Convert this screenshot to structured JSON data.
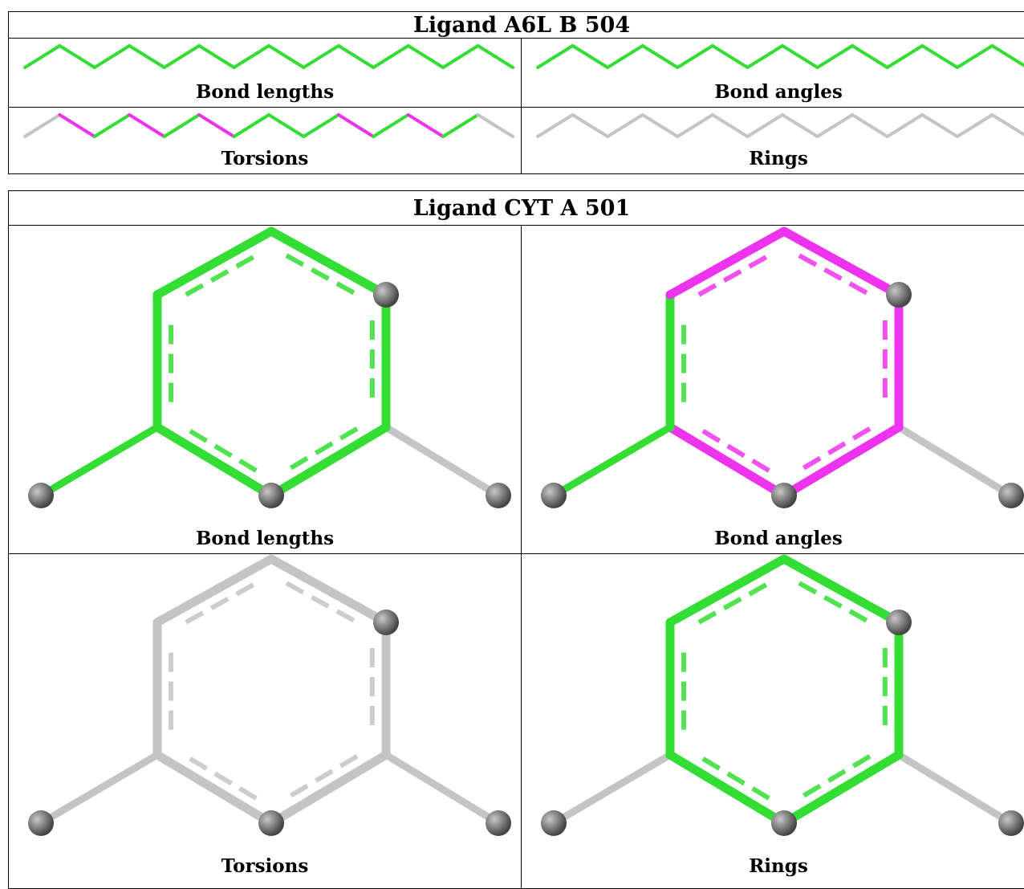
{
  "tables": [
    {
      "title": "Ligand A6L B 504",
      "panels": [
        {
          "caption": "Bond lengths",
          "bond_colors": [
            "green",
            "green",
            "green",
            "green",
            "green",
            "green",
            "green",
            "green",
            "green",
            "green",
            "green",
            "green",
            "green",
            "green"
          ]
        },
        {
          "caption": "Bond angles",
          "bond_colors": [
            "green",
            "green",
            "green",
            "green",
            "green",
            "green",
            "green",
            "green",
            "green",
            "green",
            "green",
            "green",
            "green",
            "green"
          ]
        },
        {
          "caption": "Torsions",
          "bond_colors": [
            "gray",
            "magenta",
            "green",
            "magenta",
            "green",
            "magenta",
            "green",
            "green",
            "green",
            "magenta",
            "green",
            "magenta",
            "green",
            "gray"
          ]
        },
        {
          "caption": "Rings",
          "bond_colors": [
            "gray",
            "gray",
            "gray",
            "gray",
            "gray",
            "gray",
            "gray",
            "gray",
            "gray",
            "gray",
            "gray",
            "gray",
            "gray",
            "gray"
          ]
        }
      ]
    },
    {
      "title": "Ligand CYT A 501",
      "panels": [
        {
          "caption": "Bond lengths",
          "ring_colors": [
            "green",
            "green",
            "green",
            "green",
            "green",
            "green"
          ],
          "sub_colors": [
            "green",
            "gray"
          ]
        },
        {
          "caption": "Bond angles",
          "ring_colors": [
            "magenta",
            "magenta",
            "magenta",
            "magenta",
            "green",
            "magenta"
          ],
          "sub_colors": [
            "green",
            "gray"
          ]
        },
        {
          "caption": "Torsions",
          "ring_colors": [
            "gray",
            "gray",
            "gray",
            "gray",
            "gray",
            "gray"
          ],
          "sub_colors": [
            "gray",
            "gray"
          ]
        },
        {
          "caption": "Rings",
          "ring_colors": [
            "green",
            "green",
            "green",
            "green",
            "green",
            "green"
          ],
          "sub_colors": [
            "gray",
            "gray"
          ]
        }
      ]
    }
  ],
  "colors": {
    "green": "#33dd33",
    "magenta": "#ee33ee",
    "gray": "#c4c4c4",
    "atom": "#777777"
  }
}
